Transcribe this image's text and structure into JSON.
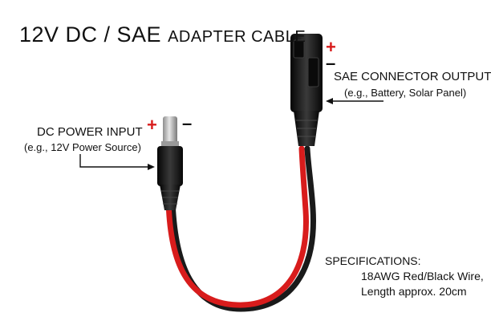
{
  "title": {
    "main": "12V DC / SAE",
    "rest": "ADAPTER CABLE"
  },
  "polarity": {
    "plus": "+",
    "minus": "–"
  },
  "dc_input": {
    "label": "DC POWER INPUT",
    "example": "(e.g., 12V Power Source)"
  },
  "sae_output": {
    "label": "SAE CONNECTOR OUTPUT",
    "example": "(e.g., Battery, Solar Panel)"
  },
  "specifications": {
    "heading": "SPECIFICATIONS:",
    "lines": [
      "18AWG Red/Black Wire,",
      "Length approx. 20cm"
    ]
  },
  "colors": {
    "wire_red": "#d81c1c",
    "wire_black": "#1a1a1a",
    "plus_sign": "#d81c1c",
    "connector": "#161616",
    "metal_tip": "#b9b9b9"
  }
}
